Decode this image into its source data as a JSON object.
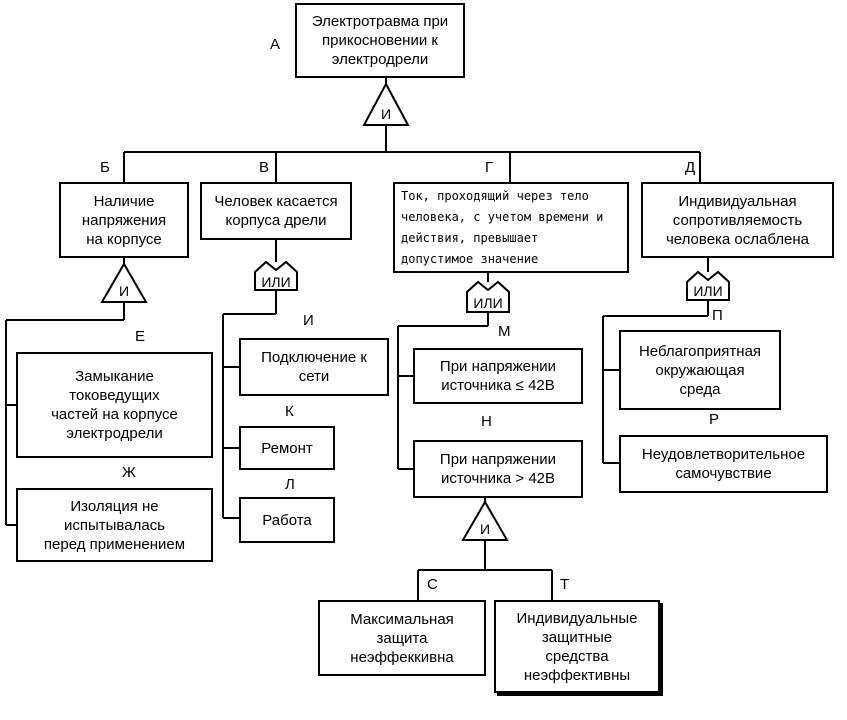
{
  "nodes": {
    "A": {
      "letter": "А",
      "text": "Электротравма при\nприкосновении к\nэлектродрели"
    },
    "B": {
      "letter": "Б",
      "text": "Наличие\nнапряжения\nна корпусе"
    },
    "V": {
      "letter": "В",
      "text": "Человек касается\nкорпуса дрели"
    },
    "G": {
      "letter": "Г",
      "text": "Ток, проходящий через тело\nчеловека, с учетом времени и\nдействия, превышает\nдопустимое значение"
    },
    "D": {
      "letter": "Д",
      "text": "Индивидуальная\nсопротивляемость\nчеловека ослаблена"
    },
    "E": {
      "letter": "Е",
      "text": "Замыкание\nтоковедущих\nчастей на корпусе\nэлектродрели"
    },
    "Zh": {
      "letter": "Ж",
      "text": "Изоляция не\nиспытывалась\nперед применением"
    },
    "I": {
      "letter": "И",
      "text": "Подключение к\nсети"
    },
    "K": {
      "letter": "К",
      "text": "Ремонт"
    },
    "L": {
      "letter": "Л",
      "text": "Работа"
    },
    "M": {
      "letter": "М",
      "text": "При напряжении\nисточника ≤ 42В"
    },
    "N": {
      "letter": "Н",
      "text": "При напряжении\nисточника > 42В"
    },
    "P": {
      "letter": "П",
      "text": "Неблагоприятная\nокружающая\nсреда"
    },
    "R": {
      "letter": "Р",
      "text": "Неудовлетворительное\nсамочувствие"
    },
    "S": {
      "letter": "С",
      "text": "Максимальная\nзащита\nнеэффеккивна"
    },
    "T": {
      "letter": "Т",
      "text": "Индивидуальные\nзащитные\nсредства\nнеэффективны"
    }
  },
  "gates": {
    "and": "И",
    "or": "ИЛИ"
  }
}
